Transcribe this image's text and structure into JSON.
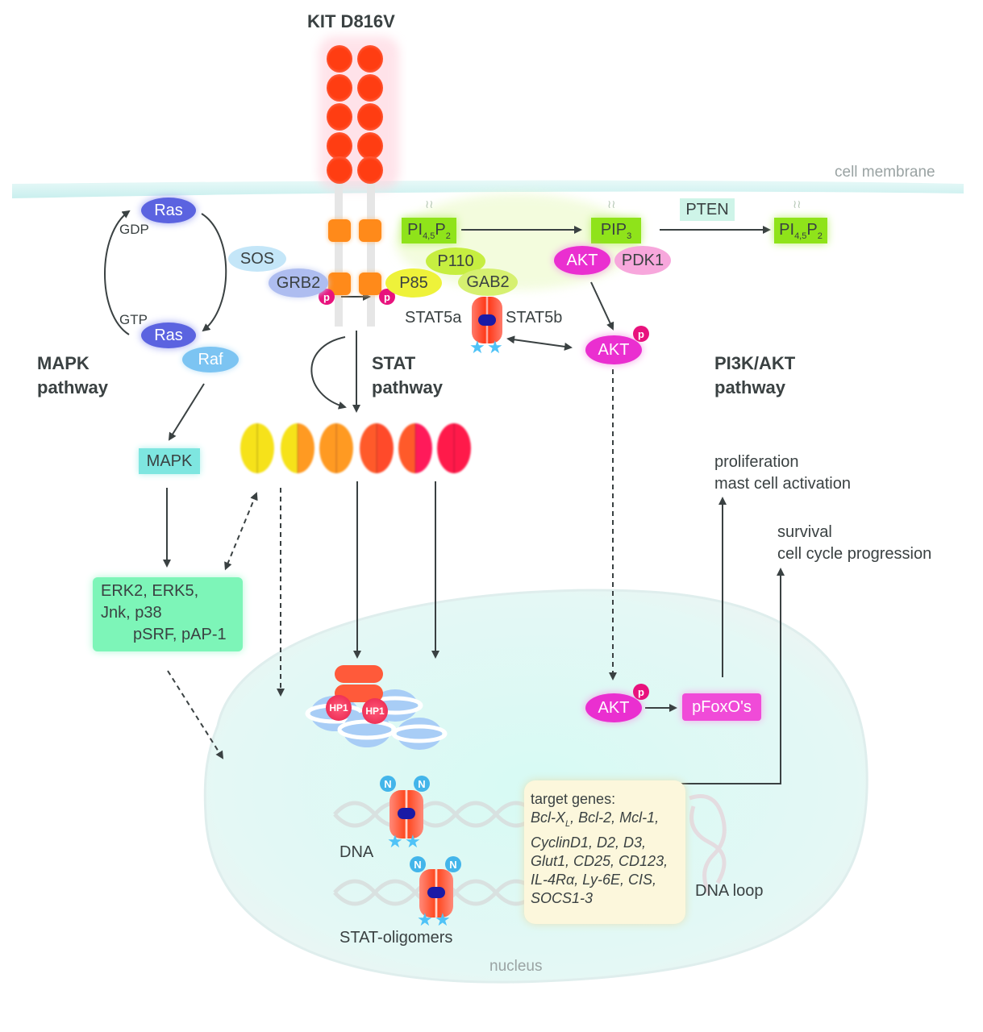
{
  "title": "KIT D816V",
  "labels": {
    "cell_membrane": "cell membrane",
    "nucleus": "nucleus",
    "dna": "DNA",
    "dna_loop": "DNA loop",
    "stat_oligomers": "STAT-oligomers"
  },
  "pathways": {
    "mapk": [
      "MAPK",
      "pathway"
    ],
    "stat": [
      "STAT",
      "pathway"
    ],
    "pi3k": [
      "PI3K/AKT",
      "pathway"
    ]
  },
  "mapk_branch": {
    "ras_top": "Ras",
    "gdp": "GDP",
    "gtp": "GTP",
    "ras_bottom": "Ras",
    "raf": "Raf",
    "sos": "SOS",
    "grb2": "GRB2",
    "mapk": "MAPK",
    "erk_box": [
      "ERK2, ERK5,",
      "Jnk, p38",
      "pSRF, pAP-1"
    ]
  },
  "pi3k_branch": {
    "pip2_left": {
      "base": "PI",
      "sub1": "4,5",
      "mid": "P",
      "sub2": "2"
    },
    "pip3": {
      "base": "PIP",
      "sub": "3"
    },
    "pten": "PTEN",
    "pip2_right": {
      "base": "PI",
      "sub1": "4,5",
      "mid": "P",
      "sub2": "2"
    },
    "p110": "P110",
    "p85": "P85",
    "gab2": "GAB2",
    "akt_membrane": "AKT",
    "pdk1": "PDK1",
    "akt_p": "AKT",
    "akt_nuclear": "AKT",
    "pfoxo": "pFoxO's"
  },
  "stat_branch": {
    "stat5a": "STAT5a",
    "stat5b": "STAT5b",
    "hp1_left": "HP1",
    "hp1_right": "HP1"
  },
  "badges": {
    "phospho": "p",
    "n_term": "N"
  },
  "outcomes": {
    "proliferation": [
      "proliferation",
      "mast cell activation"
    ],
    "survival": [
      "survival",
      "cell cycle progression"
    ]
  },
  "target_genes": {
    "heading": "target genes:",
    "lines": [
      [
        "Bcl-X",
        "L",
        ", Bcl-2, Mcl-1,"
      ],
      [
        "CyclinD1, D2, D3,"
      ],
      [
        "Glut1, CD25, CD123,"
      ],
      [
        "IL-4Rα, Ly-6E, CIS,"
      ],
      [
        "SOCS1-3"
      ]
    ]
  },
  "colors": {
    "receptor_red": "#ff4a1c",
    "receptor_orange": "#ff8a1a",
    "ras_blue": "#5b63e0",
    "raf_blue": "#7cc4f2",
    "sos_blue": "#b8dff5",
    "grb2_blue": "#a6b5ec",
    "mapk_cyan": "#7ee6e0",
    "erk_green": "#7df5b8",
    "pip_green": "#8fe31a",
    "p110_green": "#c6ee40",
    "p85_yellow": "#eef23a",
    "akt_magenta": "#ea2fd0",
    "pdk1_pink": "#f7a7dc",
    "phospho_magenta": "#e8127d",
    "star_blue": "#4fc3f7",
    "dimer_navy": "#1a1aa6",
    "membrane": "#d5f3f2",
    "nucleus": "#e2f7f3",
    "genes_box": "#fcf7dc",
    "text": "#3a4142",
    "text_grey": "#9aa3a3"
  }
}
